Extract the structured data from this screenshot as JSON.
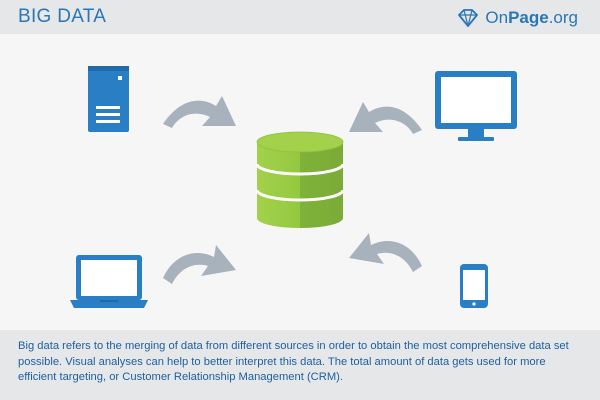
{
  "header": {
    "title": "BIG DATA",
    "brand": {
      "on": "On",
      "page": "Page",
      "org": ".org"
    }
  },
  "diagram": {
    "nodes": [
      {
        "name": "server",
        "icon": "server-icon"
      },
      {
        "name": "desktop monitor",
        "icon": "monitor-icon"
      },
      {
        "name": "laptop",
        "icon": "laptop-icon"
      },
      {
        "name": "smartphone",
        "icon": "smartphone-icon"
      },
      {
        "name": "database",
        "icon": "database-icon"
      }
    ],
    "colors": {
      "device_blue": "#2a7fc4",
      "database_green": "#8dc63f",
      "arrow_gray": "#a7b2bd",
      "title_blue": "#2a76b8"
    }
  },
  "caption": {
    "text": "Big data refers to the merging of data from different sources in order to obtain the most comprehensive data set possible. Visual analyses can help to better interpret this data. The total amount of data gets used for more efficient targeting, or Customer Relationship Management (CRM)."
  }
}
